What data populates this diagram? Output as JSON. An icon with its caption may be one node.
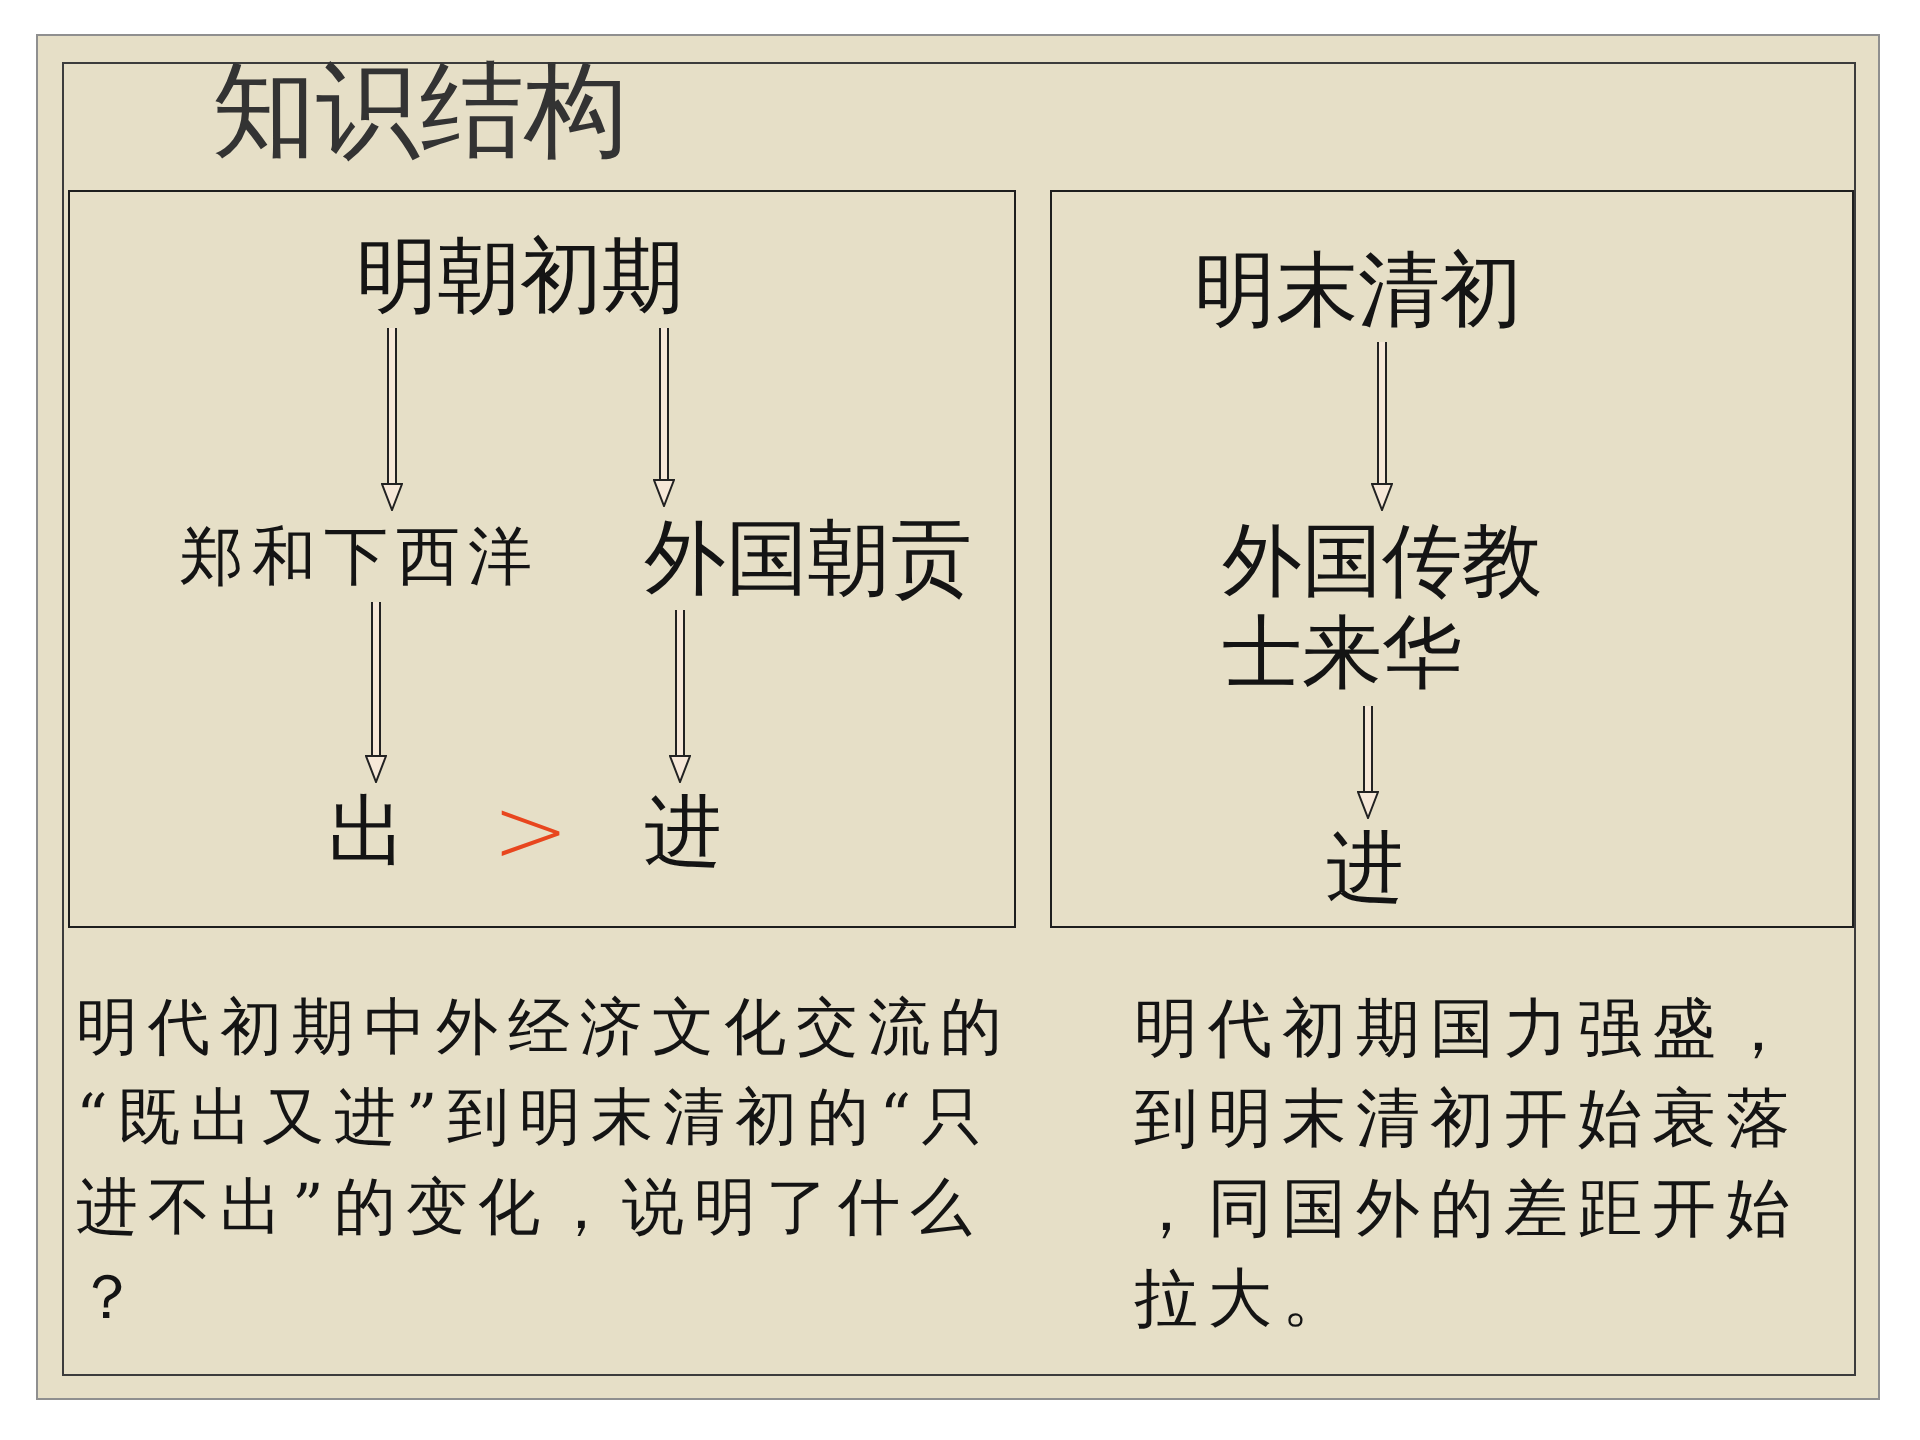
{
  "diagram": {
    "title": "知识结构",
    "nodes": [
      {
        "text": [],
        "shape": "box"
      },
      {
        "text": [
          "明朝初期"
        ],
        "in": 0
      },
      {
        "text": [
          "郑和下西洋"
        ],
        "in": 0
      },
      {
        "text": [
          "外国朝贡"
        ],
        "in": 0
      },
      {
        "text": [
          "出"
        ],
        "in": 0
      },
      {
        "text": [
          "进"
        ],
        "in": 0
      },
      {
        "text": [],
        "shape": "box"
      },
      {
        "text": [
          "明末清初"
        ],
        "in": 6
      },
      {
        "text": [
          "外国传教士来华"
        ],
        "in": 6
      },
      {
        "text": [
          "进"
        ],
        "in": 6
      }
    ],
    "edges": [
      {
        "from": 1,
        "to": 2,
        "arrow": "to"
      },
      {
        "from": 1,
        "to": 3,
        "arrow": "to"
      },
      {
        "from": 2,
        "to": 4,
        "arrow": "to"
      },
      {
        "from": 3,
        "to": 5,
        "arrow": "to"
      },
      {
        "from": 7,
        "to": 8,
        "arrow": "to"
      },
      {
        "from": 8,
        "to": 9,
        "arrow": "to"
      }
    ],
    "labels": [
      ">",
      "明代初期中外经济文化交流的“既出又进”到明末清初的“只进不出”的变化，说明了什么？",
      "明代初期国力强盛，到明末清初开始衰落，同国外的差距开始拉大。"
    ]
  }
}
